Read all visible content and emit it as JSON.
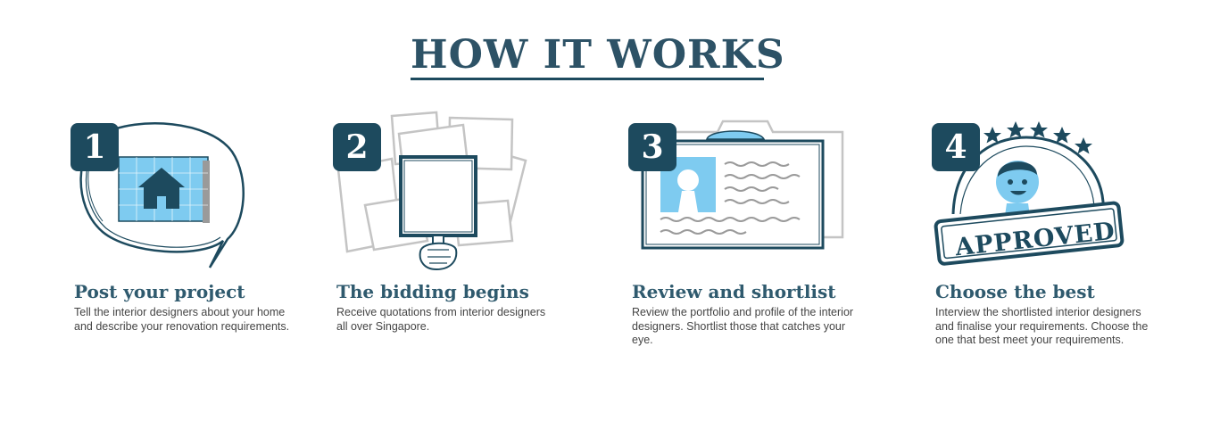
{
  "header": {
    "title": "HOW IT WORKS"
  },
  "colors": {
    "navy": "#1d4a5e",
    "light_blue": "#7ecbf0",
    "grey_sketch": "#c4c4c4",
    "heading": "#2f5a6e",
    "body_text": "#444444"
  },
  "steps": [
    {
      "number": "1",
      "icon": "house-blueprint-speech-bubble-icon",
      "heading": "Post your project",
      "description": "Tell the interior designers about your home and describe your renovation requirements."
    },
    {
      "number": "2",
      "icon": "bidding-paddle-icon",
      "heading": "The bidding begins",
      "description": "Receive quotations from interior designers all over Singapore."
    },
    {
      "number": "3",
      "icon": "profile-folder-icon",
      "heading": "Review and shortlist",
      "description": "Review the portfolio and profile of the interior designers. Shortlist those that catches your eye."
    },
    {
      "number": "4",
      "icon": "approved-stamp-icon",
      "heading": "Choose the best",
      "description": "Interview the shortlisted interior designers and finalise your requirements. Choose the one that best meet your requirements.",
      "stamp_text": "APPROVED"
    }
  ]
}
